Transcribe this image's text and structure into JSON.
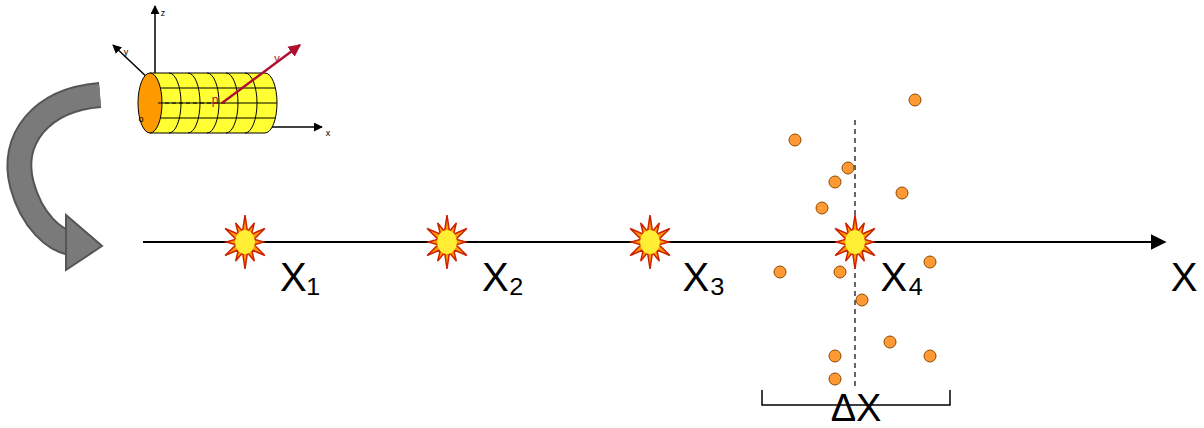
{
  "diagram": {
    "labels": [
      "z",
      "y",
      "o",
      "p",
      "v",
      "x",
      "X₁",
      "X₂",
      "X₃",
      "X₄",
      "X",
      "ΔX"
    ]
  }
}
